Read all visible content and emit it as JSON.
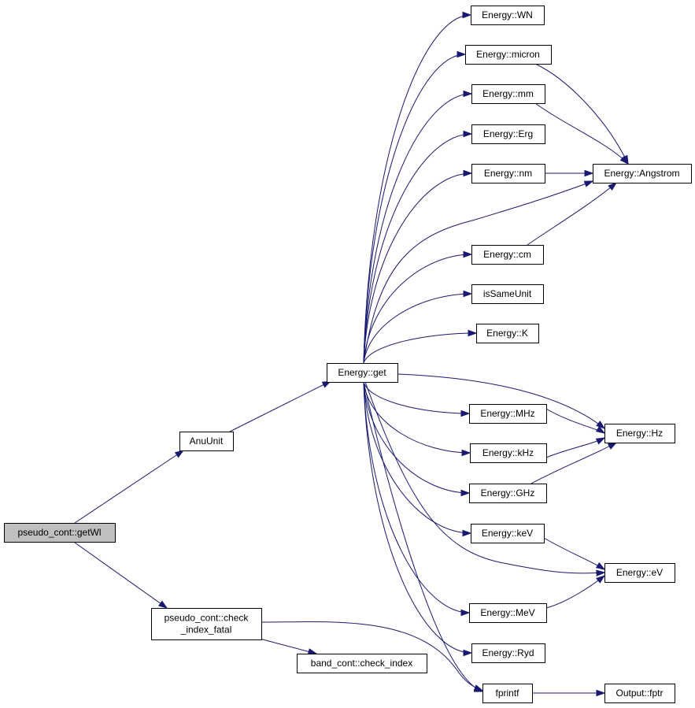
{
  "diagram": {
    "nodes": {
      "getWl": {
        "lines": [
          "pseudo_cont::getWl"
        ],
        "highlighted": true
      },
      "AnuUnit": {
        "lines": [
          "AnuUnit"
        ]
      },
      "check_index_fatal": {
        "lines": [
          "pseudo_cont::check",
          "_index_fatal"
        ]
      },
      "band_check_index": {
        "lines": [
          "band_cont::check_index"
        ]
      },
      "get": {
        "lines": [
          "Energy::get"
        ]
      },
      "WN": {
        "lines": [
          "Energy::WN"
        ]
      },
      "micron": {
        "lines": [
          "Energy::micron"
        ]
      },
      "mm": {
        "lines": [
          "Energy::mm"
        ]
      },
      "Erg": {
        "lines": [
          "Energy::Erg"
        ]
      },
      "nm": {
        "lines": [
          "Energy::nm"
        ]
      },
      "cm": {
        "lines": [
          "Energy::cm"
        ]
      },
      "isSameUnit": {
        "lines": [
          "isSameUnit"
        ]
      },
      "K": {
        "lines": [
          "Energy::K"
        ]
      },
      "MHz": {
        "lines": [
          "Energy::MHz"
        ]
      },
      "kHz": {
        "lines": [
          "Energy::kHz"
        ]
      },
      "GHz": {
        "lines": [
          "Energy::GHz"
        ]
      },
      "keV": {
        "lines": [
          "Energy::keV"
        ]
      },
      "MeV": {
        "lines": [
          "Energy::MeV"
        ]
      },
      "Ryd": {
        "lines": [
          "Energy::Ryd"
        ]
      },
      "fprintf": {
        "lines": [
          "fprintf"
        ]
      },
      "Angstrom": {
        "lines": [
          "Energy::Angstrom"
        ]
      },
      "Hz": {
        "lines": [
          "Energy::Hz"
        ]
      },
      "eV": {
        "lines": [
          "Energy::eV"
        ]
      },
      "fptr": {
        "lines": [
          "Output::fptr"
        ]
      }
    },
    "edges": [
      [
        "getWl",
        "AnuUnit"
      ],
      [
        "getWl",
        "check_index_fatal"
      ],
      [
        "AnuUnit",
        "get"
      ],
      [
        "check_index_fatal",
        "band_check_index"
      ],
      [
        "check_index_fatal",
        "fprintf"
      ],
      [
        "get",
        "WN"
      ],
      [
        "get",
        "micron"
      ],
      [
        "get",
        "mm"
      ],
      [
        "get",
        "Erg"
      ],
      [
        "get",
        "nm"
      ],
      [
        "get",
        "Angstrom"
      ],
      [
        "get",
        "cm"
      ],
      [
        "get",
        "isSameUnit"
      ],
      [
        "get",
        "K"
      ],
      [
        "get",
        "Hz"
      ],
      [
        "get",
        "MHz"
      ],
      [
        "get",
        "kHz"
      ],
      [
        "get",
        "GHz"
      ],
      [
        "get",
        "keV"
      ],
      [
        "get",
        "eV"
      ],
      [
        "get",
        "MeV"
      ],
      [
        "get",
        "Ryd"
      ],
      [
        "get",
        "fprintf"
      ],
      [
        "micron",
        "Angstrom"
      ],
      [
        "mm",
        "Angstrom"
      ],
      [
        "nm",
        "Angstrom"
      ],
      [
        "cm",
        "Angstrom"
      ],
      [
        "MHz",
        "Hz"
      ],
      [
        "kHz",
        "Hz"
      ],
      [
        "GHz",
        "Hz"
      ],
      [
        "keV",
        "eV"
      ],
      [
        "MeV",
        "eV"
      ],
      [
        "fprintf",
        "fptr"
      ]
    ],
    "colors": {
      "edge": "#191970",
      "root_fill": "#bfbfbf",
      "node_fill": "#ffffff"
    }
  }
}
